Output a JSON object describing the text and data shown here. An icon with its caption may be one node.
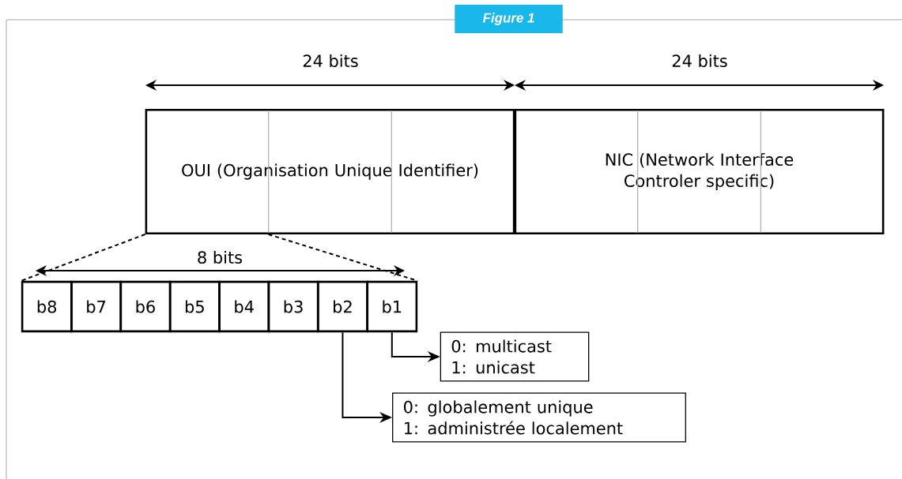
{
  "diagram": {
    "title": "Figure 1",
    "nodes": [
      {
        "text": [
          "OUI (Organisation Unique Identifier)"
        ]
      },
      {
        "text": [
          "NIC (Network Interface Controler specific)"
        ]
      },
      {
        "text": [
          "b8"
        ]
      },
      {
        "text": [
          "b7"
        ]
      },
      {
        "text": [
          "b6"
        ]
      },
      {
        "text": [
          "b5"
        ]
      },
      {
        "text": [
          "b4"
        ]
      },
      {
        "text": [
          "b3"
        ]
      },
      {
        "text": [
          "b2"
        ]
      },
      {
        "text": [
          "b1"
        ]
      },
      {
        "text": [
          "0: multicast",
          "1: unicast"
        ]
      },
      {
        "text": [
          "0: globalement unique",
          "1: administrée localement"
        ]
      }
    ],
    "edges": [
      {
        "from": 0,
        "to": 2,
        "arrow": "none",
        "style": "dashed"
      },
      {
        "from": 0,
        "to": 9,
        "arrow": "none",
        "style": "dashed"
      },
      {
        "from": 9,
        "to": 10,
        "arrow": "to"
      },
      {
        "from": 8,
        "to": 11,
        "arrow": "to"
      }
    ],
    "labels": [
      "24 bits",
      "24 bits",
      "8 bits"
    ]
  }
}
